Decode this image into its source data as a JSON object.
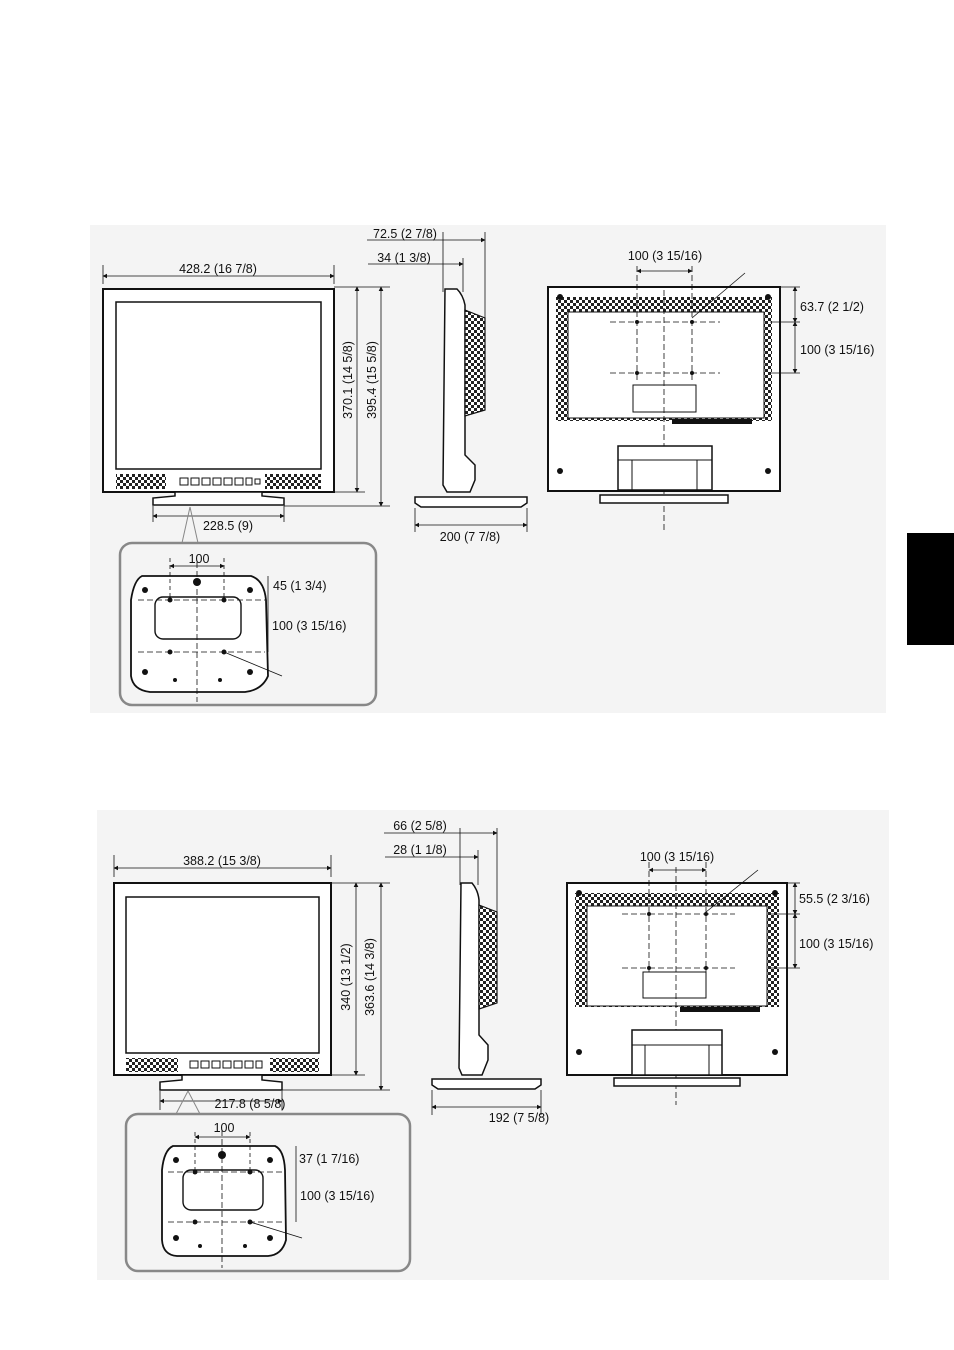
{
  "diagram_top": {
    "front_width": "428.2 (16 7/8)",
    "panel_height": "370.1 (14 5/8)",
    "total_height": "395.4 (15 5/8)",
    "stand_width": "228.5 (9)",
    "side_depth_total": "72.5 (2 7/8)",
    "side_depth_panel": "34 (1 3/8)",
    "side_base_depth": "200 (7 7/8)",
    "rear_hole_pitch": "100 (3 15/16)",
    "rear_top_offset": "63.7 (2 1/2)",
    "rear_vertical_pitch": "100 (3 15/16)",
    "base_hole_pitch": "100",
    "base_top_offset": "45 (1 3/4)",
    "base_vertical_pitch": "100 (3 15/16)"
  },
  "diagram_bottom": {
    "front_width": "388.2 (15 3/8)",
    "panel_height": "340 (13 1/2)",
    "total_height": "363.6 (14 3/8)",
    "stand_width": "217.8 (8 5/8)",
    "side_depth_total": "66 (2 5/8)",
    "side_depth_panel": "28 (1 1/8)",
    "side_base_depth": "192 (7 5/8)",
    "rear_hole_pitch": "100 (3 15/16)",
    "rear_top_offset": "55.5 (2 3/16)",
    "rear_vertical_pitch": "100 (3 15/16)",
    "base_hole_pitch": "100",
    "base_top_offset": "37 (1 7/16)",
    "base_vertical_pitch": "100 (3 15/16)"
  },
  "colors": {
    "panel_bg": "#f4f4f4",
    "tab": "#000000",
    "line": "#111111"
  }
}
